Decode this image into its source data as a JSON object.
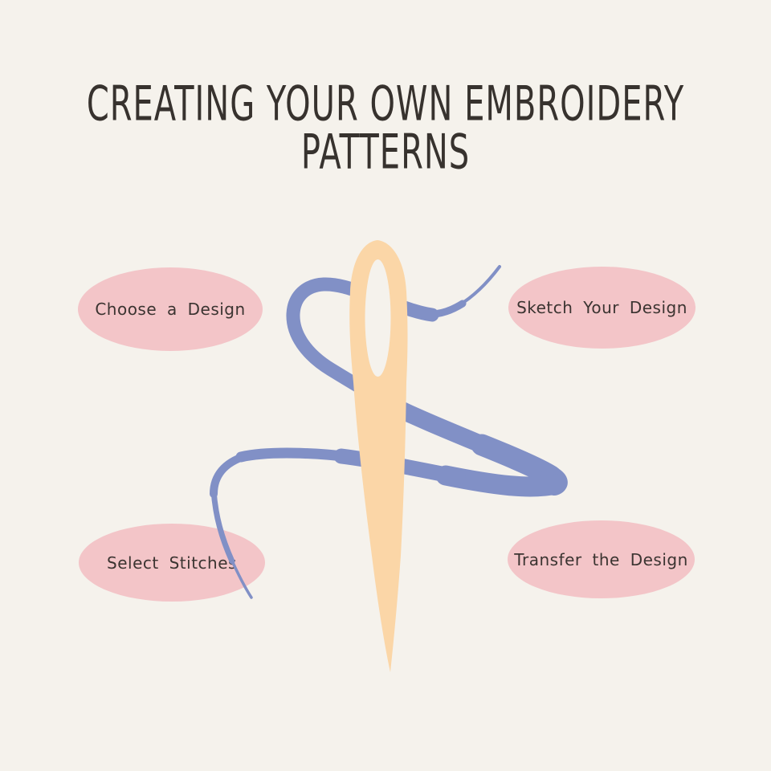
{
  "title": {
    "line1": "CREATING YOUR OWN EMBROIDERY",
    "line2": "PATTERNS"
  },
  "steps": [
    {
      "label": "Choose a Design",
      "position": "top-left"
    },
    {
      "label": "Sketch Your Design",
      "position": "top-right"
    },
    {
      "label": "Select Stitches",
      "position": "bottom-left"
    },
    {
      "label": "Transfer the Design",
      "position": "bottom-right"
    }
  ],
  "illustration": {
    "name": "needle-and-thread",
    "needle_color": "#FBD6A7",
    "thread_color": "#8190C6"
  },
  "colors": {
    "background": "#F5F2EC",
    "bubble": "#F3C5C8",
    "title_text": "#37322E",
    "label_text": "#3B3431"
  }
}
